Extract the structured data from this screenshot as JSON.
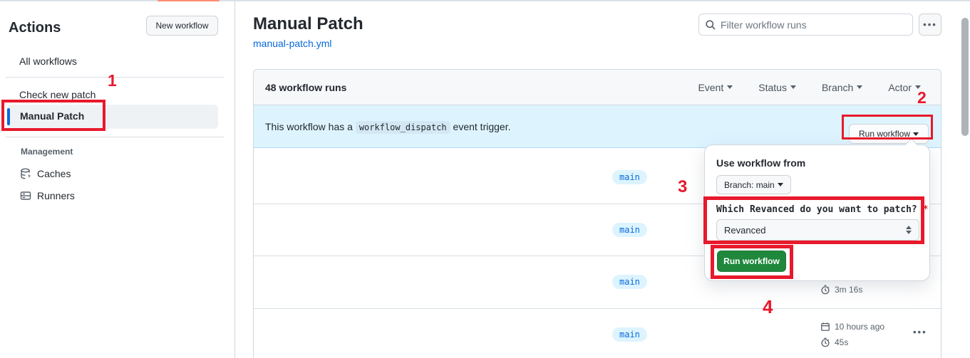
{
  "annotations": [
    "1",
    "2",
    "3",
    "4"
  ],
  "sidebar": {
    "title": "Actions",
    "new_workflow_button": "New workflow",
    "items": [
      {
        "label": "All workflows"
      },
      {
        "label": "Check new patch"
      },
      {
        "label": "Manual Patch"
      }
    ],
    "management": {
      "heading": "Management",
      "items": [
        {
          "label": "Caches",
          "icon": "cache-icon"
        },
        {
          "label": "Runners",
          "icon": "runners-icon"
        }
      ]
    }
  },
  "header": {
    "title": "Manual Patch",
    "file_link": "manual-patch.yml",
    "filter_placeholder": "Filter workflow runs",
    "more_button": "kebab-icon"
  },
  "runs_panel": {
    "count_label": "48 workflow runs",
    "filters": [
      {
        "label": "Event"
      },
      {
        "label": "Status"
      },
      {
        "label": "Branch"
      },
      {
        "label": "Actor"
      }
    ],
    "banner": {
      "text_before": "This workflow has a",
      "code": "workflow_dispatch",
      "text_after": "event trigger.",
      "run_workflow_button": "Run workflow"
    },
    "rows": [
      {
        "branch": "main"
      },
      {
        "branch": "main"
      },
      {
        "branch": "main",
        "duration": "3m 16s"
      },
      {
        "branch": "main",
        "date": "10 hours ago",
        "duration": "45s"
      }
    ]
  },
  "popup": {
    "heading": "Use workflow from",
    "branch_button": "Branch: main",
    "input_label": "Which Revanced do you want to patch?",
    "required_mark": "*",
    "select_value": "Revanced",
    "run_button": "Run workflow"
  },
  "colors": {
    "accent_blue": "#0969da",
    "banner_blue": "#ddf4ff",
    "button_green": "#1f883d",
    "annotation_red": "#e8192c",
    "tab_orange": "#fd8c73"
  }
}
